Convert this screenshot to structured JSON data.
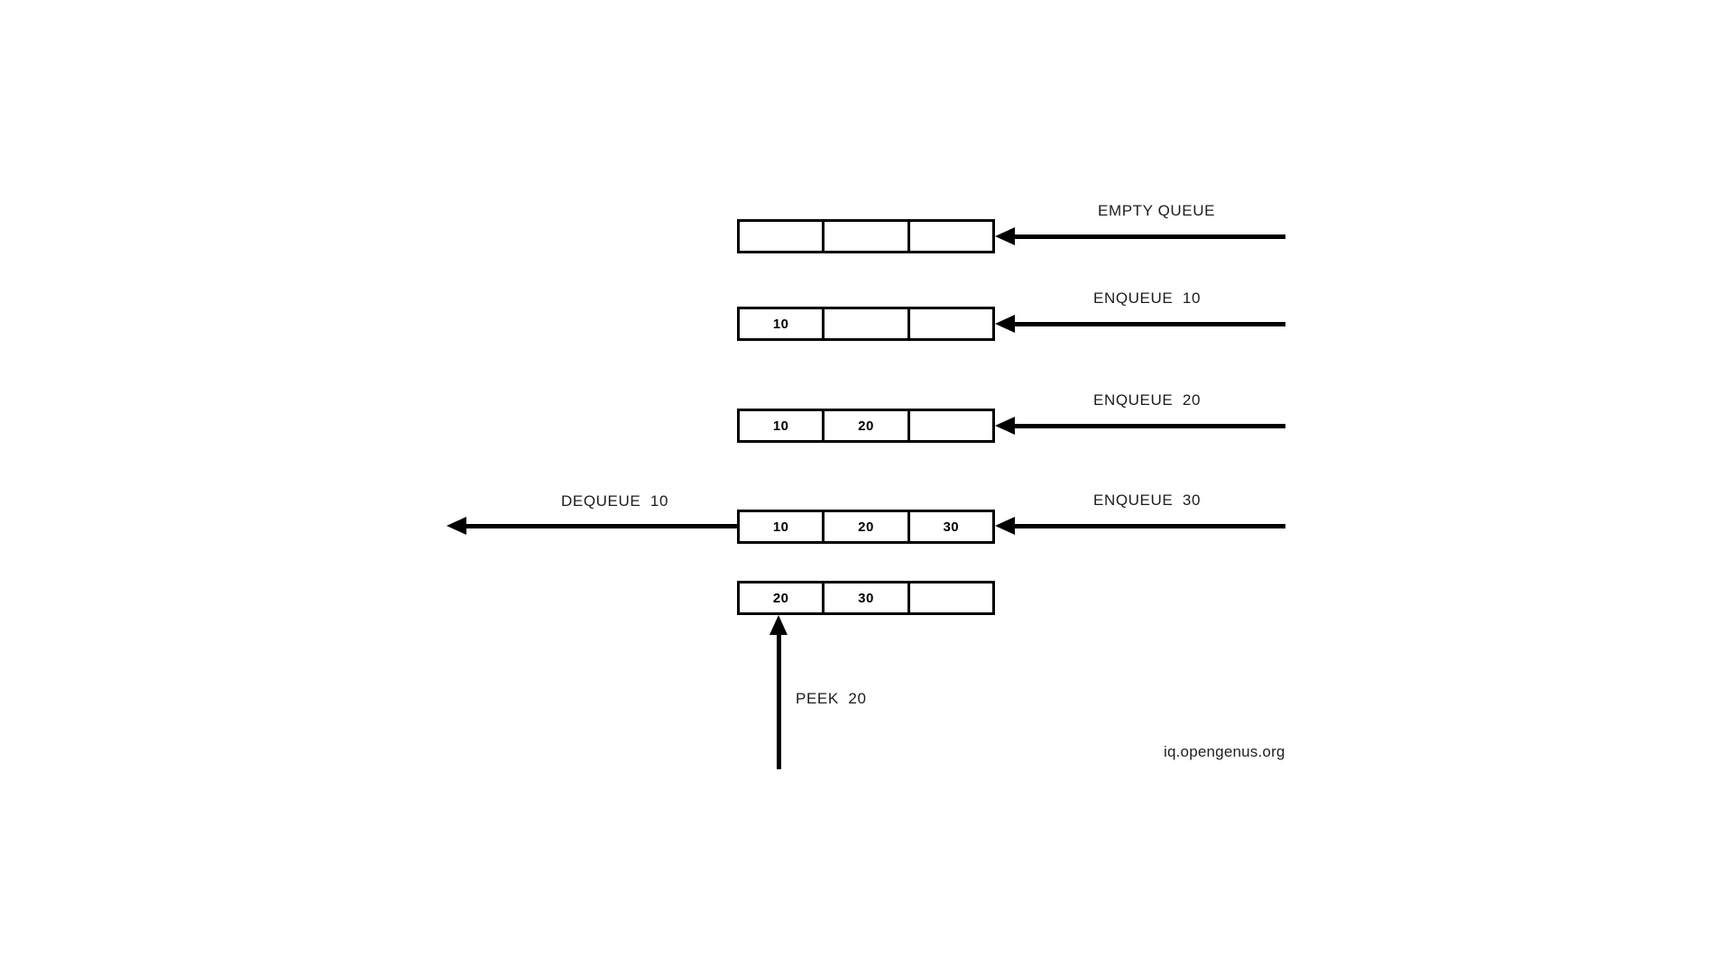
{
  "colors": {
    "background": "#ffffff",
    "line": "#000000",
    "label_text": "#1c1c1c"
  },
  "watermark": "iq.opengenus.org",
  "steps": [
    {
      "label": "EMPTY QUEUE",
      "cells": [
        "",
        "",
        ""
      ]
    },
    {
      "label": "ENQUEUE  10",
      "cells": [
        "10",
        "",
        ""
      ]
    },
    {
      "label": "ENQUEUE  20",
      "cells": [
        "10",
        "20",
        ""
      ]
    },
    {
      "label": "ENQUEUE  30",
      "dequeue_label": "DEQUEUE  10",
      "cells": [
        "10",
        "20",
        "30"
      ]
    },
    {
      "peek_label": "PEEK  20",
      "cells": [
        "20",
        "30",
        ""
      ]
    }
  ]
}
